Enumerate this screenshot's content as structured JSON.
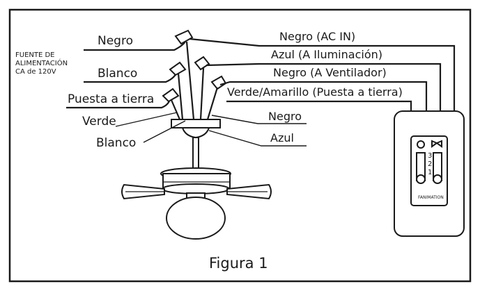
{
  "labels_left": {
    "negro": "Negro",
    "blanco": "Blanco",
    "puesta_tierra": "Puesta a tierra",
    "verde": "Verde",
    "blanco_bottom": "Blanco"
  },
  "source_label": {
    "line1": "FUENTE DE",
    "line2": "ALIMENTACIÓN",
    "line3": "CA de 120V"
  },
  "labels_right": {
    "ac_in": "Negro (AC IN)",
    "iluminacion": "Azul (A Iluminación)",
    "ventilador": "Negro (A Ventilador)",
    "tierra": "Verde/Amarillo (Puesta a tierra)",
    "negro": "Negro",
    "azul": "Azul"
  },
  "control_brand": "FANIMATION",
  "control_numbers": [
    "3",
    "2",
    "1"
  ],
  "caption": "Figura 1"
}
